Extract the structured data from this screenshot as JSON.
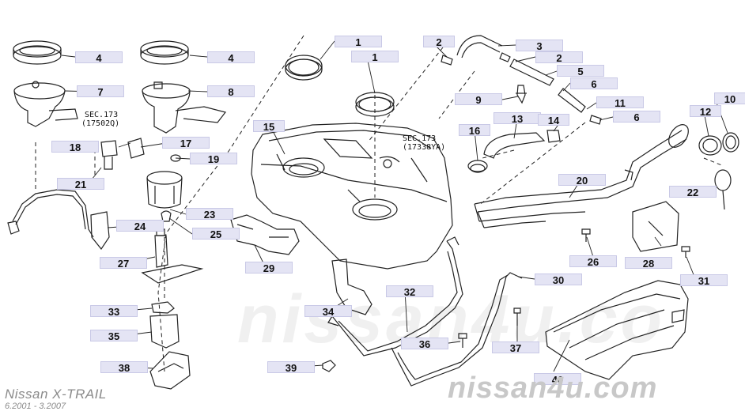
{
  "callouts": {
    "c1a": "1",
    "c1b": "1",
    "c2a": "2",
    "c2b": "2",
    "c3": "3",
    "c4a": "4",
    "c4b": "4",
    "c5": "5",
    "c6a": "6",
    "c6b": "6",
    "c7": "7",
    "c8": "8",
    "c9": "9",
    "c10": "10",
    "c11": "11",
    "c12": "12",
    "c13": "13",
    "c14": "14",
    "c15": "15",
    "c16": "16",
    "c17": "17",
    "c18": "18",
    "c19": "19",
    "c20": "20",
    "c21": "21",
    "c22": "22",
    "c23": "23",
    "c24": "24",
    "c25": "25",
    "c26": "26",
    "c27": "27",
    "c28": "28",
    "c29": "29",
    "c30": "30",
    "c31": "31",
    "c32": "32",
    "c33": "33",
    "c34": "34",
    "c35": "35",
    "c36": "36",
    "c37": "37",
    "c38": "38",
    "c39": "39",
    "c40": "40"
  },
  "section_refs": {
    "left_line1": "SEC.173",
    "left_line2": "(17502Q)",
    "right_line1": "SEC.173",
    "right_line2": "(17338YA)"
  },
  "footer": {
    "model": "Nissan X-TRAIL",
    "dates": "6.2001 - 3.2007",
    "brand": "nissan4u.com",
    "watermark": "nissan4u.co"
  },
  "colors": {
    "callout_fill": "#e4e4f4",
    "line": "#222222",
    "watermark": "#c8c8c8"
  }
}
